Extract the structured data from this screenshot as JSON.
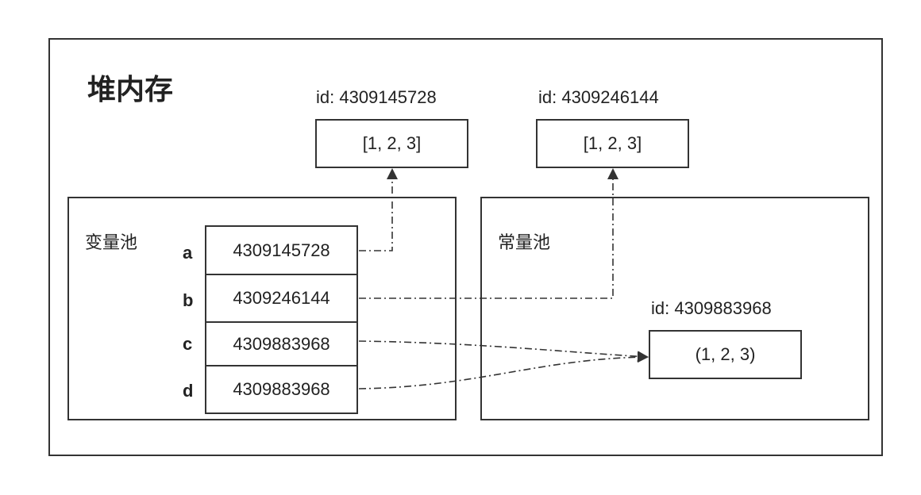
{
  "heap": {
    "title": "堆内存"
  },
  "variable_pool": {
    "title": "变量池",
    "variables": [
      {
        "name": "a",
        "value": "4309145728"
      },
      {
        "name": "b",
        "value": "4309246144"
      },
      {
        "name": "c",
        "value": "4309883968"
      },
      {
        "name": "d",
        "value": "4309883968"
      }
    ]
  },
  "constant_pool": {
    "title": "常量池"
  },
  "objects": {
    "list1": {
      "id_label": "id: 4309145728",
      "value": "[1, 2, 3]"
    },
    "list2": {
      "id_label": "id: 4309246144",
      "value": "[1, 2, 3]"
    },
    "tuple": {
      "id_label": "id: 4309883968",
      "value": "(1, 2, 3)"
    }
  },
  "colors": {
    "stroke": "#333333",
    "text": "#222222",
    "background": "#ffffff"
  }
}
